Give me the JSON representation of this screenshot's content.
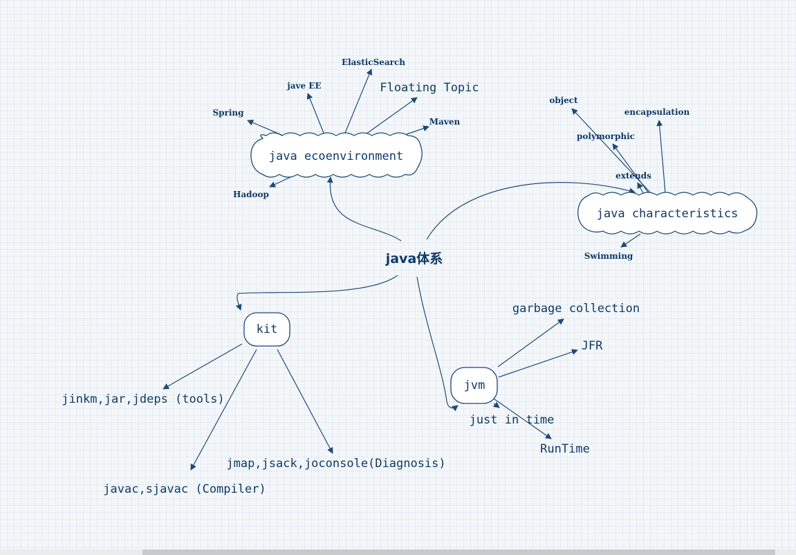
{
  "root": "java体系",
  "branches": {
    "ecoenvironment": {
      "label": "java ecoenvironment",
      "children": [
        "ElasticSearch",
        "jave EE",
        "Floating Topic",
        "Spring",
        "Maven",
        "Hadoop"
      ]
    },
    "characteristics": {
      "label": "java characteristics",
      "children": [
        "object",
        "encapsulation",
        "polymorphic",
        "extends",
        "Swimming"
      ]
    },
    "kit": {
      "label": "kit",
      "children": [
        "jinkm,jar,jdeps (tools)",
        "javac,sjavac (Compiler)",
        "jmap,jsack,joconsole(Diagnosis)"
      ]
    },
    "jvm": {
      "label": "jvm",
      "children": [
        "garbage collection",
        "JFR",
        "just in time",
        "RunTime"
      ]
    }
  },
  "colors": {
    "ink": "#0e3a66",
    "line": "#1d4a78",
    "background": "#f4f7fa"
  }
}
